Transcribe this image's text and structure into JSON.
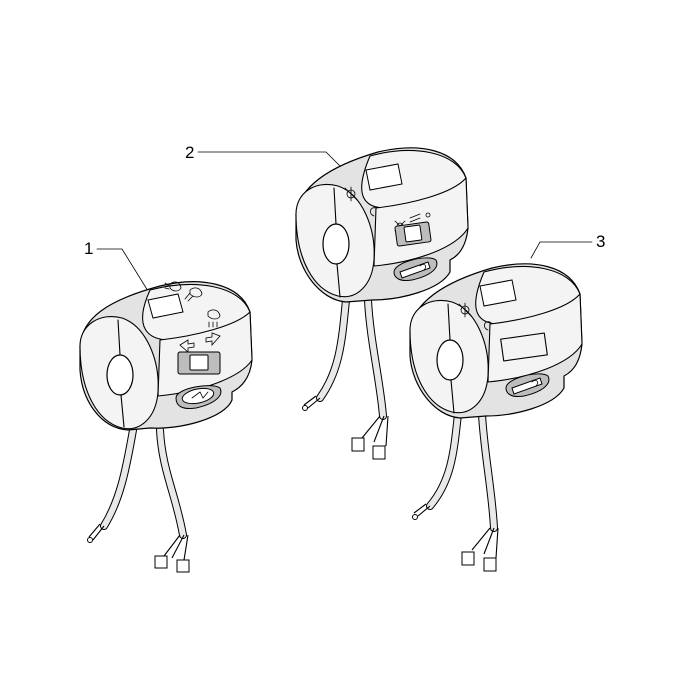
{
  "callouts": [
    {
      "number": "1"
    },
    {
      "number": "2"
    },
    {
      "number": "3"
    }
  ],
  "icons": {
    "unit_1": [
      "headlight-icon",
      "high-beam-icon",
      "low-beam-icon",
      "turn-signal-arrows-icon",
      "horn-icon"
    ],
    "unit_2": [
      "engine-stop-icon",
      "start-icon",
      "light-switch-icon",
      "kill-switch-icon"
    ],
    "unit_3": [
      "engine-stop-icon",
      "start-icon",
      "kill-switch-icon"
    ]
  },
  "colors": {
    "line": "#000000",
    "housing": "#e3e3e3",
    "background": "#ffffff"
  }
}
